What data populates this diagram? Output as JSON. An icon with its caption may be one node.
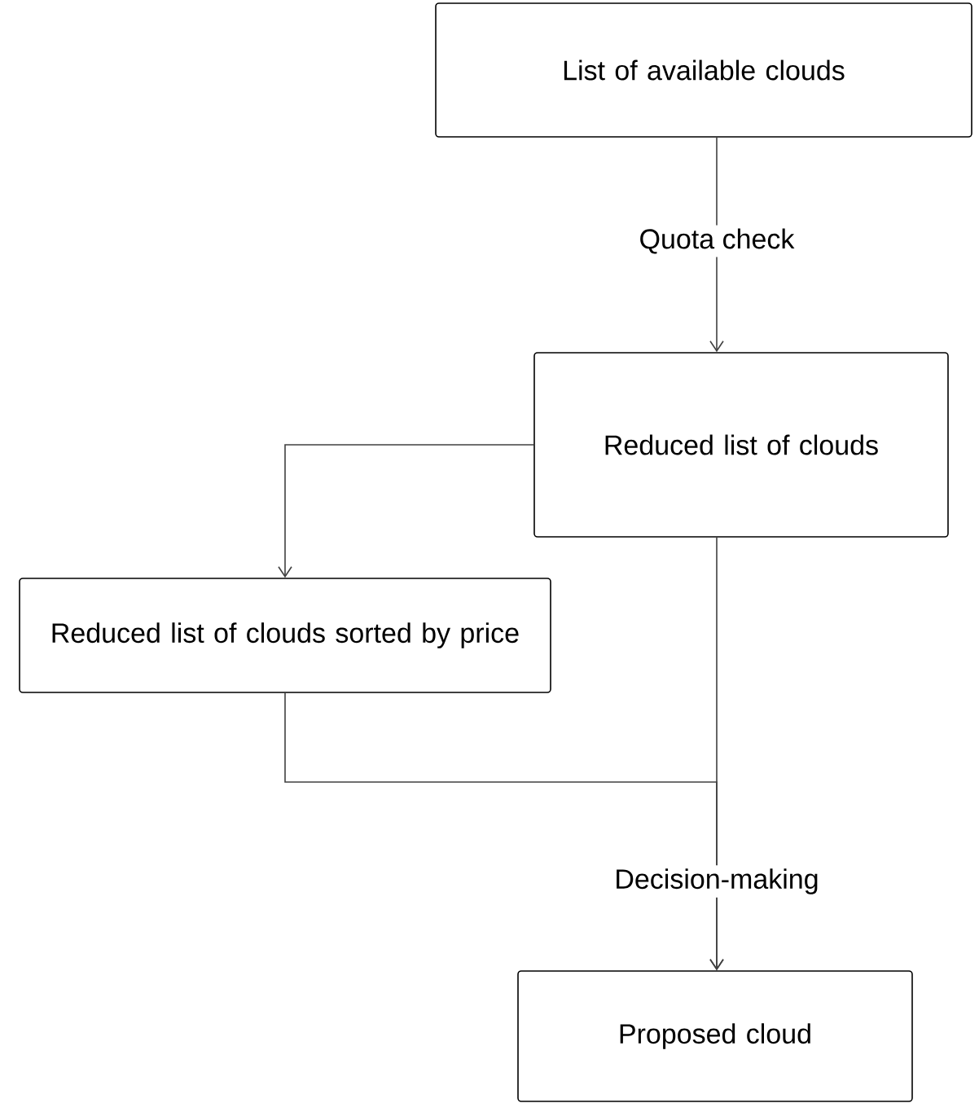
{
  "diagram": {
    "nodes": [
      {
        "text": [
          "List of available clouds"
        ]
      },
      {
        "text": [
          "Reduced list of clouds"
        ]
      },
      {
        "text": [
          "Reduced list of clouds sorted by price"
        ]
      },
      {
        "text": [
          "Proposed cloud"
        ]
      }
    ],
    "edges": [
      {
        "from": 0,
        "to": 1,
        "arrow": "to",
        "label": "Quota check"
      },
      {
        "from": 1,
        "to": 2,
        "arrow": "to"
      },
      {
        "from": 1,
        "to": 3,
        "arrow": "to",
        "label": "Decision-making"
      },
      {
        "from": 2,
        "to": 3,
        "arrow": "to"
      }
    ]
  }
}
